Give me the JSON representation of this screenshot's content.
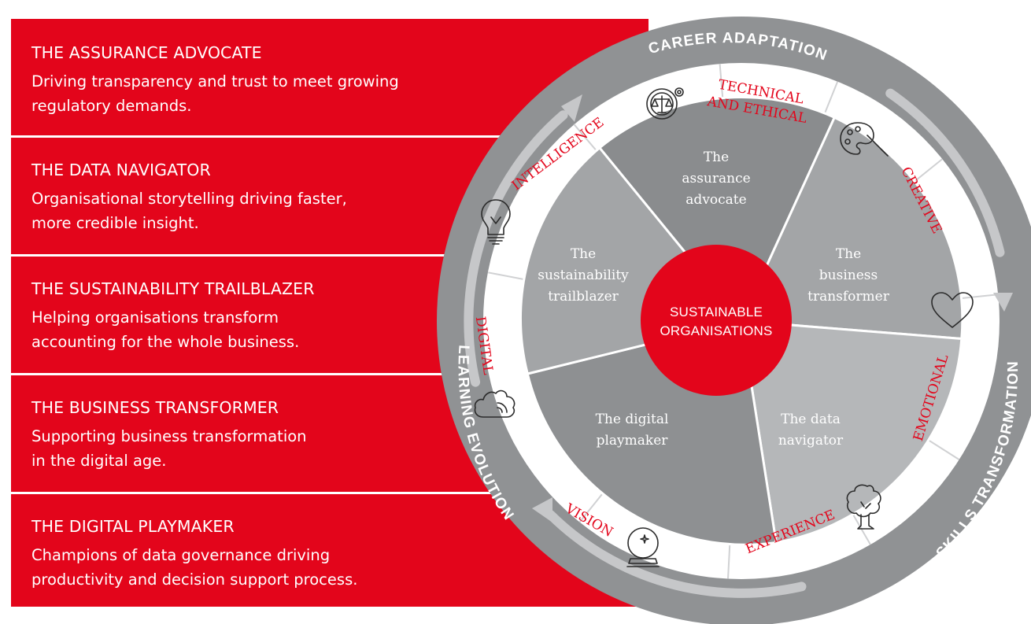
{
  "colors": {
    "red": "#e3051b",
    "dark_grey": "#8a8c8e",
    "mid_grey": "#a3a5a7",
    "light_grey": "#b5b7b9",
    "ring_grey": "#909294",
    "white": "#ffffff"
  },
  "roles": [
    {
      "title": "THE ASSURANCE ADVOCATE",
      "desc_line1": "Driving transparency and trust to meet growing",
      "desc_line2": "regulatory demands."
    },
    {
      "title": "THE DATA NAVIGATOR",
      "desc_line1": "Organisational storytelling driving faster,",
      "desc_line2": "more credible insight."
    },
    {
      "title": "THE SUSTAINABILITY TRAILBLAZER",
      "desc_line1": "Helping organisations transform",
      "desc_line2": "accounting for the whole business."
    },
    {
      "title": "THE BUSINESS TRANSFORMER",
      "desc_line1": "Supporting business transformation",
      "desc_line2": "in the digital age."
    },
    {
      "title": "THE DIGITAL PLAYMAKER",
      "desc_line1": "Champions of data governance driving",
      "desc_line2": "productivity and decision support process."
    }
  ],
  "wheel": {
    "center": {
      "line1": "SUSTAINABLE",
      "line2": "ORGANISATIONS"
    },
    "sectors": [
      {
        "line1": "The",
        "line2": "assurance",
        "line3": "advocate"
      },
      {
        "line1": "The",
        "line2": "business",
        "line3": "transformer"
      },
      {
        "line1": "The data",
        "line2": "navigator"
      },
      {
        "line1": "The digital",
        "line2": "playmaker"
      },
      {
        "line1": "The",
        "line2": "sustainability",
        "line3": "trailblazer"
      }
    ],
    "qualities": {
      "technical_line1": "TECHNICAL",
      "technical_line2": "AND ETHICAL",
      "creative": "CREATIVE",
      "emotional": "EMOTIONAL",
      "experience": "EXPERIENCE",
      "vision": "VISION",
      "digital": "DIGITAL",
      "intelligence": "INTELLIGENCE"
    },
    "icons": [
      "scales-gear-icon",
      "palette-icon",
      "heart-icon",
      "tree-icon",
      "crystal-ball-icon",
      "cloud-icon",
      "lightbulb-icon"
    ],
    "ring": {
      "career": "CAREER ADAPTATION",
      "skills": "SKILLS TRANSFORMATION",
      "learning": "LEARNING EVOLUTION"
    }
  }
}
